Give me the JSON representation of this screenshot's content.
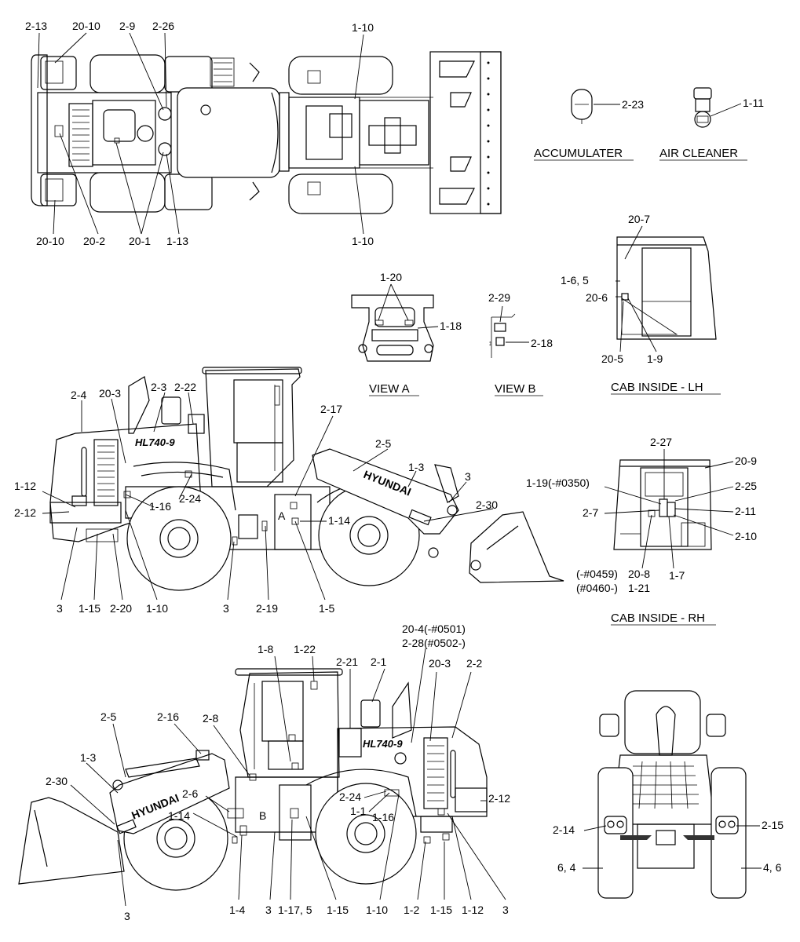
{
  "views": {
    "top": {
      "labels": [
        "2-13",
        "20-10",
        "2-9",
        "2-26",
        "1-10",
        "20-10",
        "20-2",
        "20-1",
        "1-13",
        "1-10"
      ]
    },
    "accumulator": {
      "title": "ACCUMULATER",
      "labels": [
        "2-23"
      ]
    },
    "air_cleaner": {
      "title": "AIR CLEANER",
      "labels": [
        "1-11"
      ]
    },
    "view_a": {
      "title": "VIEW A",
      "labels": [
        "1-20",
        "1-18"
      ]
    },
    "view_b": {
      "title": "VIEW B",
      "labels": [
        "2-29",
        "2-18"
      ]
    },
    "cab_lh": {
      "title": "CAB INSIDE - LH",
      "labels": [
        "20-7",
        "1-6, 5",
        "20-6",
        "20-5",
        "1-9"
      ]
    },
    "side_left": {
      "labels": [
        "2-4",
        "20-3",
        "2-3",
        "2-22",
        "2-17",
        "2-5",
        "1-3",
        "3",
        "2-30",
        "1-12",
        "2-12",
        "1-16",
        "2-24",
        "A",
        "1-14",
        "3",
        "1-15",
        "2-20",
        "1-10",
        "3",
        "2-19",
        "1-5"
      ]
    },
    "cab_rh": {
      "title": "CAB INSIDE - RH",
      "labels": [
        "2-27",
        "20-9",
        "1-19(-#0350)",
        "2-25",
        "2-7",
        "2-11",
        "2-10",
        "(-#0459)",
        "20-8",
        "(#0460-)",
        "1-21",
        "1-7"
      ]
    },
    "side_right": {
      "labels": [
        "20-4(-#0501)",
        "2-28(#0502-)",
        "1-8",
        "1-22",
        "2-21",
        "2-1",
        "20-3",
        "2-2",
        "2-5",
        "2-16",
        "2-8",
        "1-3",
        "2-30",
        "2-6",
        "B",
        "2-24",
        "1-1",
        "1-16",
        "2-12",
        "1-14",
        "1-4",
        "3",
        "1-17, 5",
        "1-15",
        "1-10",
        "1-2",
        "1-15",
        "1-12",
        "3",
        "3"
      ]
    },
    "rear": {
      "labels": [
        "2-14",
        "2-15",
        "6, 4",
        "4, 6"
      ]
    },
    "decals": {
      "hyundai": "HYUNDAI",
      "model": "HL740-9"
    }
  }
}
